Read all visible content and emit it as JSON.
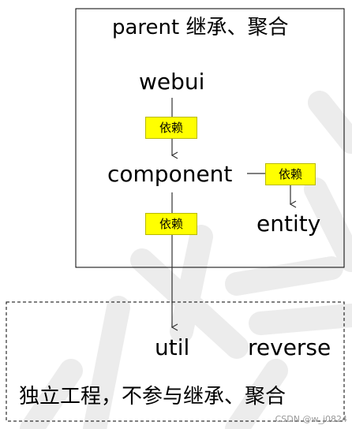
{
  "parent_box": {
    "title": "parent 继承、聚合"
  },
  "modules": {
    "webui": "webui",
    "component": "component",
    "entity": "entity",
    "util": "util",
    "reverse": "reverse"
  },
  "edge_labels": {
    "webui_to_component": "依赖",
    "component_to_entity": "依赖",
    "component_to_util": "依赖"
  },
  "independent_box": {
    "title": "独立工程，不参与继承、聚合"
  },
  "watermark": {
    "text": "CSDN @w_j0824"
  },
  "colors": {
    "label_bg": "#ffff00",
    "line": "#333333",
    "watermark_stroke": "#e6e6e6"
  }
}
